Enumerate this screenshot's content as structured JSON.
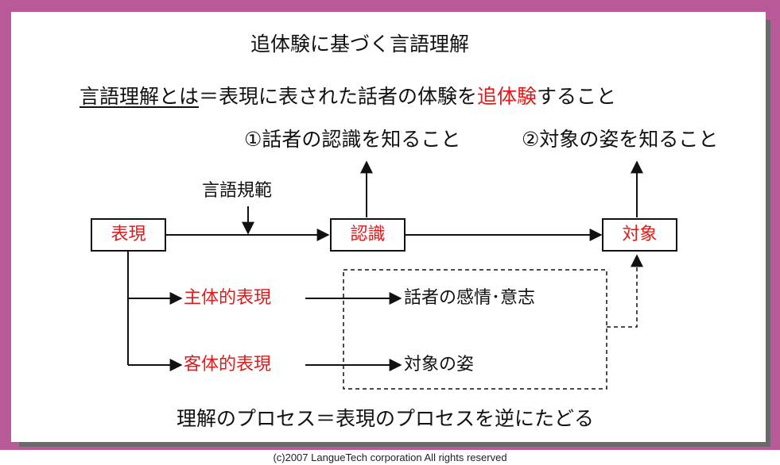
{
  "slide": {
    "title": "追体験に基づく言語理解",
    "definition": {
      "term": "言語理解とは",
      "part1": "＝表現に表された話者の体験を",
      "highlight": "追体験",
      "part2": "すること"
    },
    "goal1": "①話者の認識を知ること",
    "goal2": "②対象の姿を知ること",
    "norm_label": "言語規範",
    "node_expression": "表現",
    "node_recognition": "認識",
    "node_object": "対象",
    "branch_subjective": "主体的表現",
    "branch_objective": "客体的表現",
    "result_subjective": "話者の感情･意志",
    "result_objective": "対象の姿",
    "footer_statement": "理解のプロセス＝表現のプロセスを逆にたどる"
  },
  "copyright": "(c)2007 LangueTech corporation All rights reserved",
  "colors": {
    "frame": "#b85a98",
    "accent_red": "#e01a1a",
    "text": "#111111",
    "shadow": "#6a6a6a"
  }
}
